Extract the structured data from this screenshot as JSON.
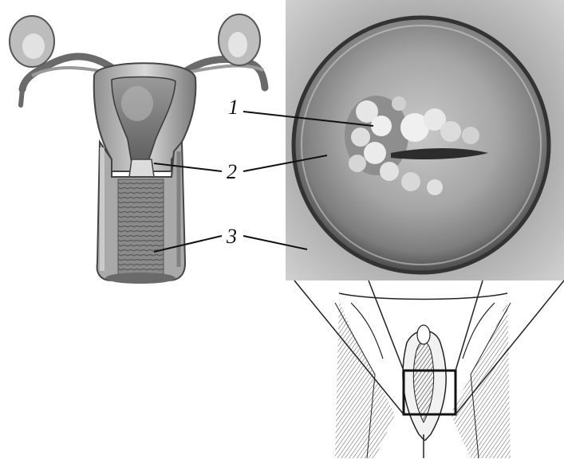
{
  "labels": {
    "l1": "1",
    "l2": "2",
    "l3": "3"
  },
  "colors": {
    "ink": "#111111",
    "photo_bg": "#9a9a9a",
    "photo_dark": "#3a3a3a",
    "tissue_light": "#d8d8d8",
    "tissue_mid": "#a8a8a8",
    "tissue_dark": "#5a5a5a"
  },
  "icons": [
    "uterus-illustration",
    "cervix-photo",
    "vulva-illustration"
  ]
}
